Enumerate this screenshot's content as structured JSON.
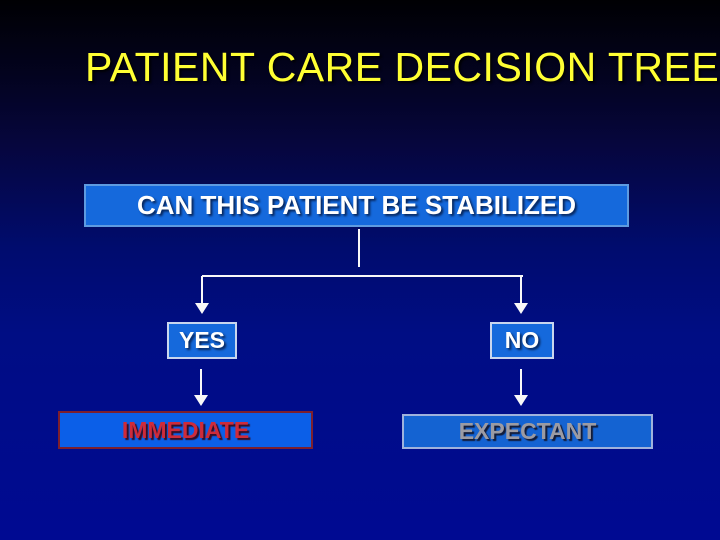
{
  "slide": {
    "title": "PATIENT CARE DECISION TREE",
    "nodes": {
      "root": {
        "label": "CAN THIS PATIENT BE STABILIZED"
      },
      "yes": {
        "label": "YES"
      },
      "no": {
        "label": "NO"
      },
      "immediate": {
        "label": "IMMEDIATE"
      },
      "expectant": {
        "label": "EXPECTANT"
      }
    },
    "edges": [
      {
        "from": "root",
        "to": "yes"
      },
      {
        "from": "root",
        "to": "no"
      },
      {
        "from": "yes",
        "to": "immediate"
      },
      {
        "from": "no",
        "to": "expectant"
      }
    ],
    "colors": {
      "bg_top": "#000003",
      "bg_mid": "#000c6e",
      "bg_bottom": "#000a92",
      "title_text": "#ffff33",
      "node_fill": "#1569dc",
      "node_fill_bright": "#0b5fe8",
      "node_fill_alt": "#1463d2",
      "node_border_light_blue": "#5e9be0",
      "node_border_pale": "#c9d6ee",
      "node_border_maroon": "#7d1f2e",
      "node_border_lavender": "#9fb2dc",
      "text_white": "#ffffff",
      "text_red": "#ce2b3a",
      "text_gray": "#9b9ba3",
      "connector": "#f8f8f8"
    }
  }
}
